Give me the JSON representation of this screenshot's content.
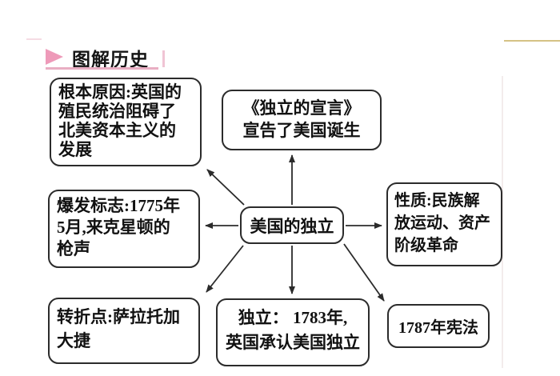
{
  "header": {
    "title": "图解历史",
    "accent_pink": "#ee9ab9",
    "underline_pink": "#e9aec3",
    "tick_pink": "#f0c4d4",
    "corner_pink": "#f5dce4",
    "gold_line_color": "#d5c285"
  },
  "diagram": {
    "center": {
      "label": "美国的独立"
    },
    "nodes": {
      "root_cause": {
        "lines": [
          "根本原因:英国的",
          "殖民统治阻碍了",
          "北美资本主义的",
          "发展"
        ]
      },
      "declaration": {
        "lines": [
          "《独立的宣言》",
          "宣告了美国诞生"
        ]
      },
      "nature": {
        "lines": [
          "性质:民族解",
          "放运动、资产",
          "阶级革命"
        ]
      },
      "outbreak": {
        "lines": [
          "爆发标志:1775年",
          "5月,来克星顿的",
          "枪声"
        ]
      },
      "turning_point": {
        "lines": [
          "转折点:萨拉托加",
          "大捷"
        ]
      },
      "independence": {
        "lines": [
          "独立： 1783年,",
          "英国承认美国独立"
        ]
      },
      "constitution": {
        "lines": [
          "1787年宪法"
        ]
      }
    }
  }
}
